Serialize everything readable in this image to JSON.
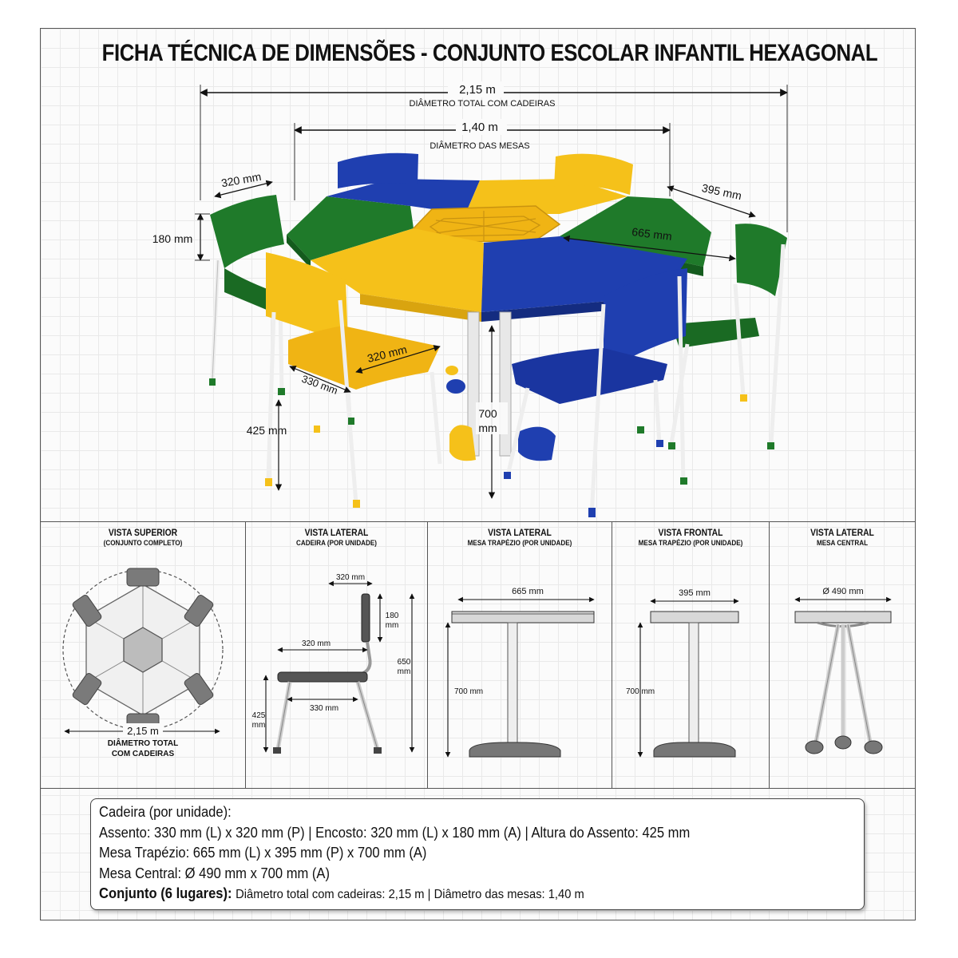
{
  "title": "FICHA TÉCNICA DE DIMENSÕES - CONJUNTO ESCOLAR INFANTIL HEXAGONAL",
  "hero": {
    "total_diameter_value": "2,15 m",
    "total_diameter_caption": "DIÂMETRO TOTAL COM CADEIRAS",
    "tables_diameter_value": "1,40 m",
    "tables_diameter_caption": "DIÂMETRO DAS MESAS",
    "backrest_width": "320 mm",
    "backrest_height": "180 mm",
    "table_depth": "395 mm",
    "table_length": "665 mm",
    "seat_depth": "320 mm",
    "seat_width": "330 mm",
    "seat_height": "425 mm",
    "table_height_value": "700",
    "table_height_unit": "mm"
  },
  "panels": [
    {
      "title": "VISTA SUPERIOR",
      "subtitle": "(CONJUNTO COMPLETO)",
      "dim_value": "2,15 m",
      "caption_1": "DIÂMETRO TOTAL",
      "caption_2": "COM CADEIRAS"
    },
    {
      "title": "VISTA LATERAL",
      "subtitle": "CADEIRA (POR UNIDADE)",
      "backrest_width": "320 mm",
      "backrest_height_value": "180",
      "backrest_height_unit": "mm",
      "seat_depth": "320 mm",
      "seat_width": "330 mm",
      "seat_height_value": "425",
      "seat_height_unit": "mm",
      "total_height_value": "650",
      "total_height_unit": "mm"
    },
    {
      "title": "VISTA LATERAL",
      "subtitle": "MESA TRAPÉZIO (POR UNIDADE)",
      "width": "665 mm",
      "height": "700 mm"
    },
    {
      "title": "VISTA FRONTAL",
      "subtitle": "MESA TRAPÉZIO (POR UNIDADE)",
      "width": "395 mm",
      "height": "700 mm"
    },
    {
      "title": "VISTA LATERAL",
      "subtitle": "MESA CENTRAL",
      "diameter": "Ø 490 mm"
    }
  ],
  "specs": {
    "heading": "Cadeira (por unidade):",
    "chair_line": "Assento: 330 mm (L) x 320 mm (P) | Encosto: 320 mm (L) x 180 mm (A) | Altura do Assento: 425 mm",
    "trapezio_line": "Mesa Trapézio: 665 mm (L) x 395 mm (P) x 700 mm (A)",
    "central_line": "Mesa Central: Ø 490 mm x 700 mm (A)",
    "set_label": "Conjunto (6 lugares):",
    "set_line": "Diâmetro total com cadeiras: 2,15 m | Diâmetro das mesas: 1,40 m"
  },
  "colors": {
    "green": "#1f7a2a",
    "blue": "#1f3fb0",
    "yellow": "#f5c11a",
    "frame": "#f2f2f2"
  }
}
